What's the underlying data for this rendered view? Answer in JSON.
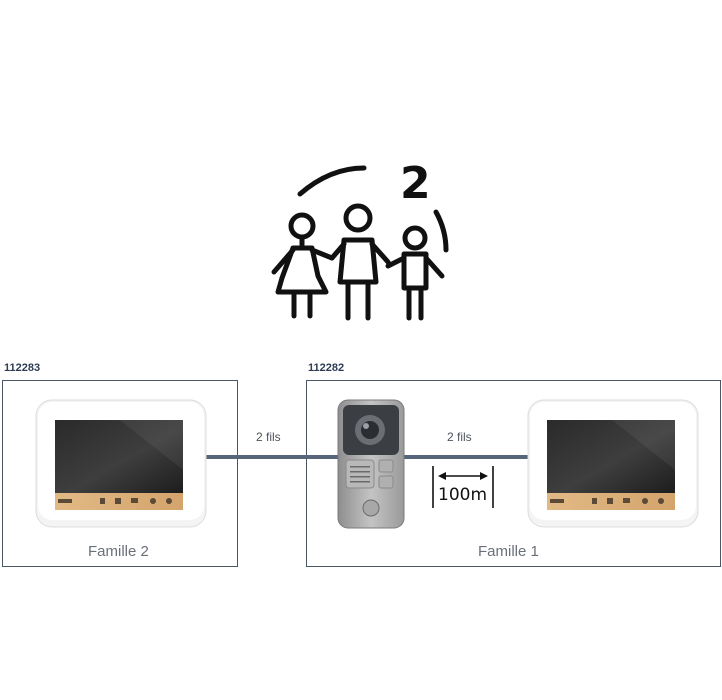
{
  "header": {
    "family_count": "2"
  },
  "left_unit": {
    "ref": "112283",
    "family_label": "Famille 2"
  },
  "right_unit": {
    "ref": "112282",
    "family_label": "Famille 1"
  },
  "wiring": {
    "left_wire_label": "2 fils",
    "right_wire_label": "2 fils",
    "distance_label": "100m"
  },
  "colors": {
    "wire": "#56657a",
    "box_border": "#4a5566",
    "accent_wood": "#d9b07a"
  }
}
